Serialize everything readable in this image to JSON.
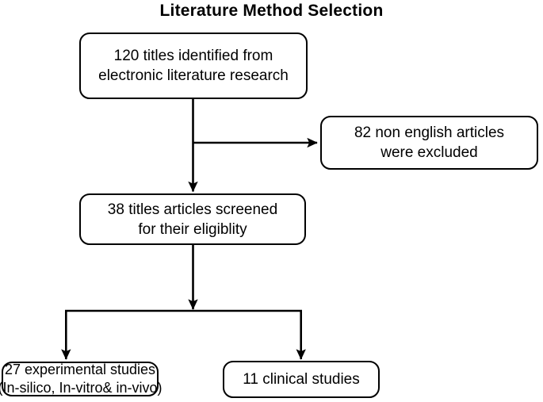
{
  "diagram": {
    "title": "Literature Method Selection",
    "type": "flowchart",
    "nodes": [
      {
        "id": "identified",
        "line1": "120 titles identified from",
        "line2": "electronic literature research",
        "count": 120
      },
      {
        "id": "excluded",
        "line1": "82 non english articles",
        "line2": "were excluded",
        "count": 82
      },
      {
        "id": "screened",
        "line1": "38 titles articles screened",
        "line2": "for their eligiblity",
        "count": 38
      },
      {
        "id": "experimental",
        "line1": "27 experimental studies",
        "line2": "(In-silico, In-vitro& in-vivo)",
        "count": 27
      },
      {
        "id": "clinical",
        "line1": "11  clinical studies",
        "line2": "",
        "count": 11
      }
    ],
    "colors": {
      "stroke": "#000000",
      "fill": "#ffffff",
      "text": "#000000"
    }
  }
}
